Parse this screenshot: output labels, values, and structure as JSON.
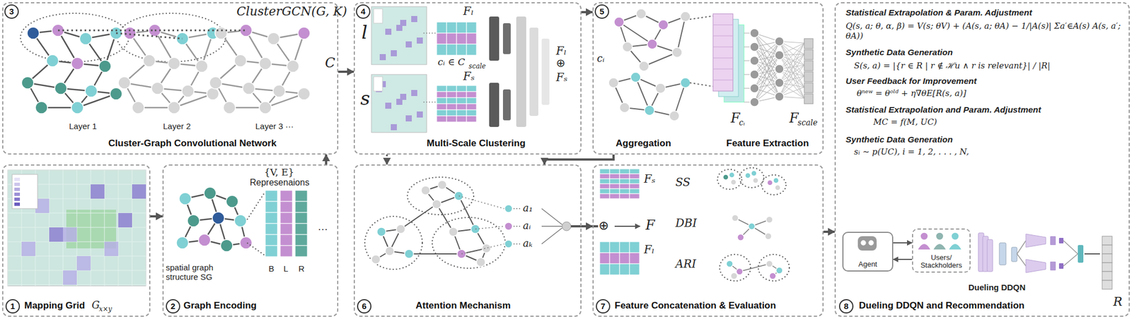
{
  "diagram": {
    "nodes": [
      {
        "text": [
          "Cluster-Graph Convolutional Network"
        ]
      },
      {
        "text": [
          "Multi-Scale Clustering"
        ]
      },
      {
        "text": [
          "Aggregation",
          "Feature Extraction"
        ]
      },
      {
        "text": [
          "Dueling DDQN and Recommendation"
        ]
      },
      {
        "text": [
          "Mapping Grid"
        ]
      },
      {
        "text": [
          "Graph Encoding"
        ]
      },
      {
        "text": [
          "Attention Mechanism"
        ]
      },
      {
        "text": [
          "Feature Concatenation & Evaluation"
        ]
      },
      {
        "text": [
          "Agent"
        ],
        "in": 3
      },
      {
        "text": [
          "Users/ Stackholders"
        ],
        "in": 3
      }
    ],
    "edges": [
      {
        "from": 4,
        "to": 5,
        "arrow": "to"
      },
      {
        "from": 5,
        "to": 0,
        "arrow": "to"
      },
      {
        "from": 0,
        "to": 1,
        "arrow": "to"
      },
      {
        "from": 1,
        "to": 2,
        "arrow": "to"
      },
      {
        "from": 1,
        "to": 6,
        "arrow": "to"
      },
      {
        "from": 2,
        "to": 6,
        "arrow": "to"
      },
      {
        "from": 6,
        "to": 7,
        "arrow": "to"
      },
      {
        "from": 7,
        "to": 3,
        "arrow": "to"
      },
      {
        "from": 8,
        "to": 9,
        "arrow": "to"
      },
      {
        "from": 9,
        "to": 8,
        "arrow": "to"
      }
    ],
    "labels": [
      "3",
      "ClusterGCN(G, K)",
      "Layer 1",
      "Layer 2",
      "Layer 3 ···",
      "C",
      "4",
      "l",
      "s",
      "Fₗ",
      "cᵢ ∈ C",
      "scale",
      "Fₛ",
      "Fₗ",
      "⊕",
      "Fₛ",
      "5",
      "cᵢ",
      "F",
      "cᵢ",
      "F",
      "scale",
      "Statistical Extrapolation & Param. Adjustment",
      "Q(s, a; θ, α, β) = V(s; θV) + (A(s, a; θA) − 1/|A(s)| Σa′∈A(s) A(s, a′; θA))",
      "Synthetic Data Generation",
      "S(s, a) = |{r ∈ R | r ∉ ℋu ∧ r is relevant}| / |R|",
      "User Feedback for Improvement",
      "θⁿᵉʷ = θᵒˡᵈ + η∇θE[R(s, a)]",
      "Statistical Extrapolation and Param. Adjustment",
      "MC = f(M, UC)",
      "Synthetic Data Generation",
      "sᵢ ∼ p(UC), i = 1, 2, . . . , N,",
      "1",
      "G",
      "x×y",
      "{V, E}",
      "Represenaions",
      "spatial graph structure SG",
      "B",
      "L",
      "R",
      "···",
      "2",
      "a₁",
      "aᵢ",
      "aₖ",
      "6",
      "Fₛ",
      "⊕",
      "F",
      "Fₗ",
      "SS",
      "DBI",
      "ARI",
      "7",
      "Dueling DDQN",
      "R",
      "8"
    ]
  }
}
